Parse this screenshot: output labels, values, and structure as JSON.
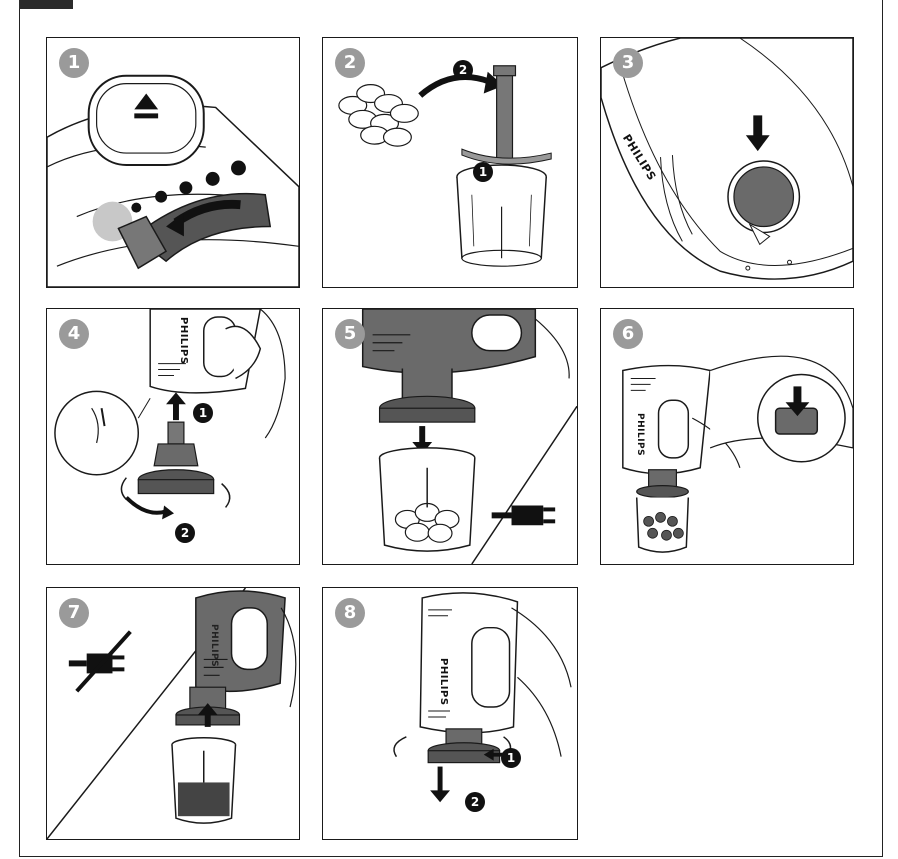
{
  "colors": {
    "badge_gray": "#9a9a9a",
    "line": "#1a1a1a",
    "dark_gray": "#555555",
    "mid_gray": "#888888",
    "light_fill": "#f2f2f2"
  },
  "brand": "PHILIPS",
  "panels": [
    {
      "step": "1",
      "icon": "release-button-icon",
      "subs": []
    },
    {
      "step": "2",
      "icon": "chopper-blade-insert-icon",
      "subs": [
        "1",
        "2"
      ]
    },
    {
      "step": "3",
      "icon": "cover-press-icon",
      "subs": []
    },
    {
      "step": "4",
      "icon": "gearbox-attach-icon",
      "subs": [
        "1",
        "2"
      ]
    },
    {
      "step": "5",
      "icon": "motor-on-bowl-icon",
      "subs": []
    },
    {
      "step": "6",
      "icon": "press-button-icon",
      "subs": []
    },
    {
      "step": "7",
      "icon": "unplug-lift-icon",
      "subs": []
    },
    {
      "step": "8",
      "icon": "detach-gearbox-icon",
      "subs": [
        "1",
        "2"
      ]
    }
  ]
}
